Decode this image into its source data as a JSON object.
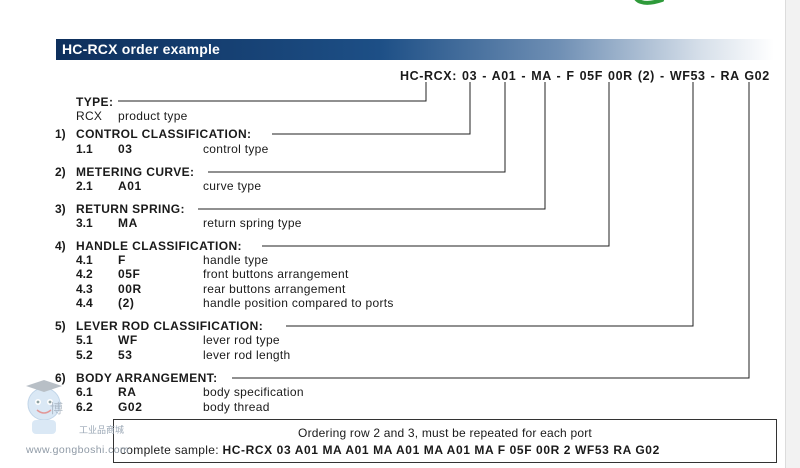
{
  "document": {
    "title": "HC-RCX order example",
    "order_code": "HC-RCX: 03 - A01 - MA - F 05F 00R (2) - WF53 - RA G02",
    "type_section": {
      "title": "TYPE:",
      "code": "RCX",
      "description": "product type"
    },
    "sections": [
      {
        "number": "1)",
        "title": "CONTROL CLASSIFICATION:",
        "rows": [
          {
            "num": "1.1",
            "code": "03",
            "desc": "control type"
          }
        ]
      },
      {
        "number": "2)",
        "title": "METERING CURVE:",
        "rows": [
          {
            "num": "2.1",
            "code": "A01",
            "desc": "curve type"
          }
        ]
      },
      {
        "number": "3)",
        "title": "RETURN SPRING:",
        "rows": [
          {
            "num": "3.1",
            "code": "MA",
            "desc": "return spring type"
          }
        ]
      },
      {
        "number": "4)",
        "title": "HANDLE CLASSIFICATION:",
        "rows": [
          {
            "num": "4.1",
            "code": "F",
            "desc": "handle type"
          },
          {
            "num": "4.2",
            "code": "05F",
            "desc": "front buttons arrangement"
          },
          {
            "num": "4.3",
            "code": "00R",
            "desc": "rear buttons arrangement"
          },
          {
            "num": "4.4",
            "code": "(2)",
            "desc": "handle position compared to ports"
          }
        ]
      },
      {
        "number": "5)",
        "title": "LEVER ROD CLASSIFICATION:",
        "rows": [
          {
            "num": "5.1",
            "code": "WF",
            "desc": "lever rod type"
          },
          {
            "num": "5.2",
            "code": "53",
            "desc": "lever rod length"
          }
        ]
      },
      {
        "number": "6)",
        "title": "BODY ARRANGEMENT:",
        "rows": [
          {
            "num": "6.1",
            "code": "RA",
            "desc": "body specification"
          },
          {
            "num": "6.2",
            "code": "G02",
            "desc": "body thread"
          }
        ]
      }
    ],
    "note": {
      "line1": "Ordering row 2 and 3, must be repeated for each port",
      "line2_prefix": "complete sample: ",
      "line2_code": "HC-RCX 03 A01 MA A01 MA A01 MA A01 MA F 05F 00R 2 WF53 RA G02"
    }
  },
  "watermark": {
    "cn_text": "工业品商城",
    "url": "www.gongboshi.com",
    "logo_chars": "博"
  },
  "colors": {
    "title_bar": "#0e2f5c",
    "logo_green": "#2e9a3a",
    "text": "#1a1a1a"
  }
}
